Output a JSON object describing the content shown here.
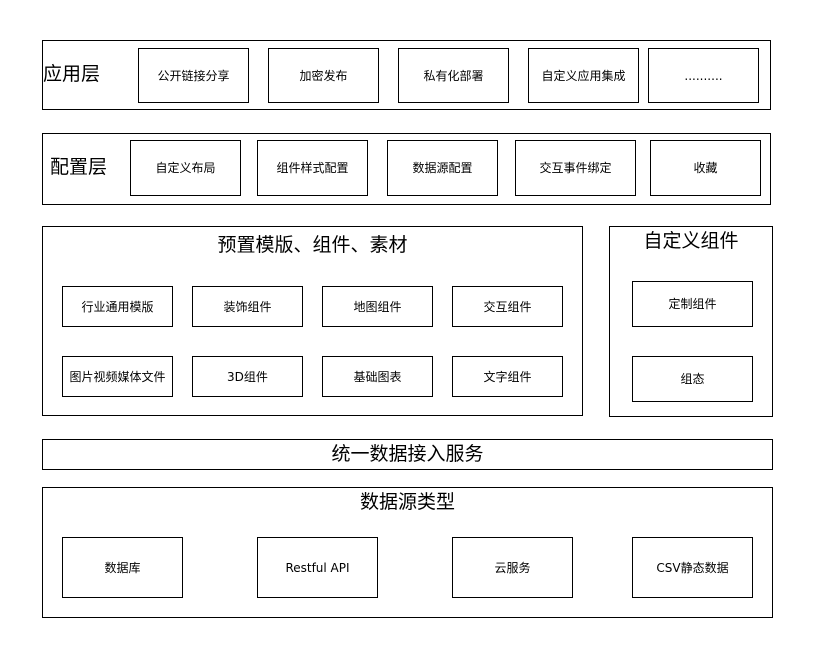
{
  "app_layer": {
    "label": "应用层",
    "items": [
      "公开链接分享",
      "加密发布",
      "私有化部署",
      "自定义应用集成",
      ".........."
    ]
  },
  "config_layer": {
    "label": "配置层",
    "items": [
      "自定义布局",
      "组件样式配置",
      "数据源配置",
      "交互事件绑定",
      "收藏"
    ]
  },
  "presets": {
    "title": "预置模版、组件、素材",
    "row1": [
      "行业通用模版",
      "装饰组件",
      "地图组件",
      "交互组件"
    ],
    "row2": [
      "图片视频媒体文件",
      "3D组件",
      "基础图表",
      "文字组件"
    ]
  },
  "custom_components": {
    "title": "自定义组件",
    "items": [
      "定制组件",
      "组态"
    ]
  },
  "data_access": {
    "title": "统一数据接入服务"
  },
  "data_sources": {
    "title": "数据源类型",
    "items": [
      "数据库",
      "Restful API",
      "云服务",
      "CSV静态数据"
    ]
  }
}
